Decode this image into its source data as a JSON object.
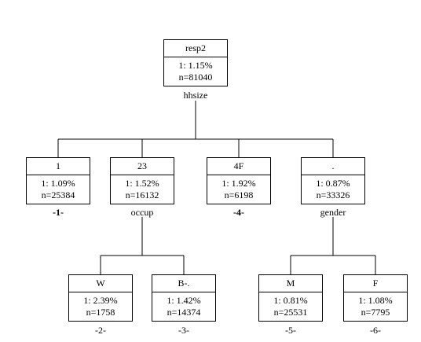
{
  "root": {
    "label": "resp2",
    "stat": "1:  1.15%",
    "n": "n=81040",
    "split": "hhsize"
  },
  "level1": [
    {
      "label": "1",
      "stat": "1:  1.09%",
      "n": "n=25384",
      "index": "-1-"
    },
    {
      "label": "23",
      "stat": "1:  1.52%",
      "n": "n=16132",
      "split": "occup"
    },
    {
      "label": "4F",
      "stat": "1:  1.92%",
      "n": "n=6198",
      "index": "-4-"
    },
    {
      "label": ".",
      "stat": "1:  0.87%",
      "n": "n=33326",
      "split": "gender"
    }
  ],
  "level2": [
    {
      "label": "W",
      "stat": "1:  2.39%",
      "n": "n=1758",
      "index": "-2-"
    },
    {
      "label": "B-.",
      "stat": "1:  1.42%",
      "n": "n=14374",
      "index": "-3-"
    },
    {
      "label": "M",
      "stat": "1:  0.81%",
      "n": "n=25531",
      "index": "-5-"
    },
    {
      "label": "F",
      "stat": "1:  1.08%",
      "n": "n=7795",
      "index": "-6-"
    }
  ]
}
